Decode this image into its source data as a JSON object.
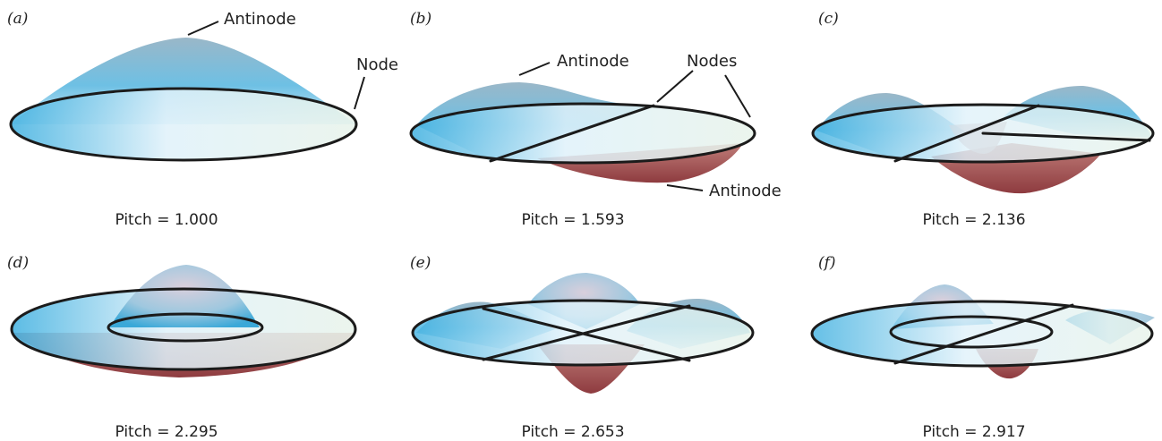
{
  "panels": [
    {
      "letter": "(a)",
      "caption": "Pitch = 1.000"
    },
    {
      "letter": "(b)",
      "caption": "Pitch = 1.593"
    },
    {
      "letter": "(c)",
      "caption": "Pitch = 2.136"
    },
    {
      "letter": "(d)",
      "caption": "Pitch = 2.295"
    },
    {
      "letter": "(e)",
      "caption": "Pitch = 2.653"
    },
    {
      "letter": "(f)",
      "caption": "Pitch = 2.917"
    }
  ],
  "annotations": {
    "a_antinode": "Antinode",
    "a_node": "Node",
    "b_antinode_top": "Antinode",
    "b_nodes": "Nodes",
    "b_antinode_bottom": "Antinode"
  },
  "colors": {
    "surface_up": "#3aa8d8",
    "surface_light": "#dff1fa",
    "surface_down": "#a8555a",
    "rim": "#1b1b1b"
  }
}
